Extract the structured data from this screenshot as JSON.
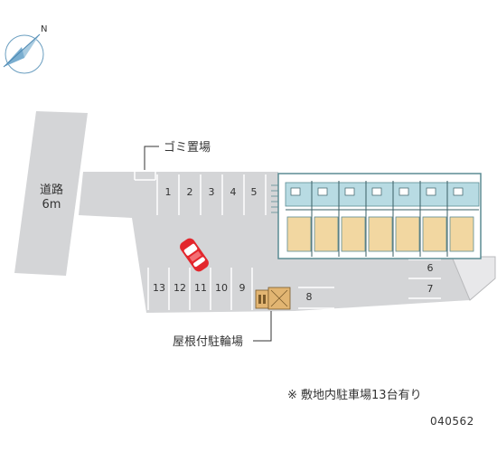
{
  "compass": {
    "icon": "compass-icon",
    "north_label": "N"
  },
  "road": {
    "label_line1": "道路",
    "label_line2": "6m"
  },
  "labels": {
    "garbage": "ゴミ置場",
    "bicycle_parking": "屋根付駐輪場"
  },
  "parking_spaces": [
    "1",
    "2",
    "3",
    "4",
    "5",
    "6",
    "7",
    "8",
    "9",
    "10",
    "11",
    "12",
    "13"
  ],
  "footer": {
    "note": "※ 敷地内駐車場13台有り",
    "code": "040562"
  },
  "colors": {
    "lot": "#d4d5d7",
    "road": "#d4d5d7",
    "building_outline": "#5b8c93",
    "balcony": "#b8dbe3",
    "unit_floor": "#f2d7a1",
    "car": "#e3262c",
    "bike_shelter": "#e2b572"
  }
}
